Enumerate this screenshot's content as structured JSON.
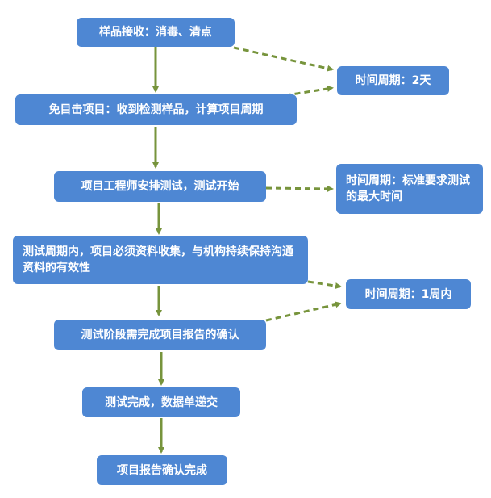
{
  "flow_steps": [
    "样品接收：消毒、清点",
    "免目击项目：收到检测样品，计算项目周期",
    "项目工程师安排测试，测试开始",
    "测试周期内，项目必须资料收集，与机构持续保持沟通资料的有效性",
    "测试阶段需完成项目报告的确认",
    "测试完成，数据单递交",
    "项目报告确认完成"
  ],
  "time_notes": [
    "时间周期：2天",
    "时间周期：标准要求测试的最大时间",
    "时间周期：1周内"
  ],
  "colors": {
    "box_fill": "#4e87d3",
    "arrow": "#77943c",
    "text": "#ffffff"
  }
}
